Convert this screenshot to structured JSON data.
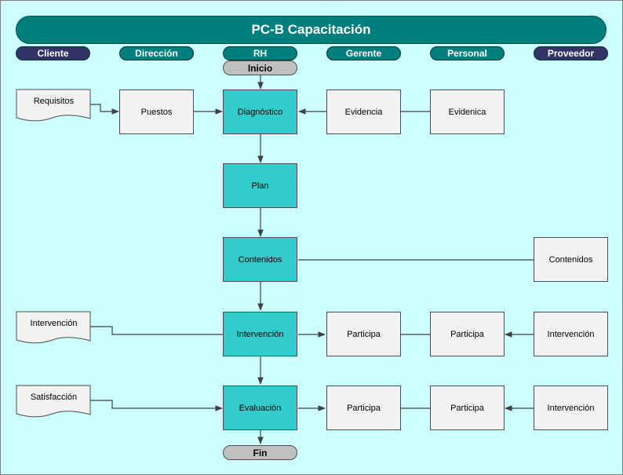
{
  "title": "PC-B Capacitación",
  "lanes": [
    "Cliente",
    "Dirección",
    "RH",
    "Gerente",
    "Personal",
    "Proveedor"
  ],
  "start_label": "Inicio",
  "end_label": "Fin",
  "nodes": {
    "requisitos": "Requisitos",
    "puestos": "Puestos",
    "diagnostico": "Diagnóstico",
    "evidencia_gerente": "Evidencia",
    "evidencia_personal": "Evidenica",
    "plan": "Plan",
    "contenidos_rh": "Contenidos",
    "contenidos_proveedor": "Contenidos",
    "intervencion_doc": "Intervención",
    "intervencion_rh": "Intervención",
    "participa_gerente_1": "Participa",
    "participa_personal_1": "Participa",
    "intervencion_proveedor_1": "Intervención",
    "satisfaccion_doc": "Satisfacción",
    "evaluacion": "Evaluación",
    "participa_gerente_2": "Participa",
    "participa_personal_2": "Participa",
    "intervencion_proveedor_2": "Intervención"
  },
  "colors": {
    "background": "#ccffff",
    "title_bar": "#007f7f",
    "lane_dark": "#333366",
    "lane_teal": "#007f7f",
    "process_rh": "#33cccc",
    "process_other": "#f2f2f2",
    "terminator": "#c0c0c0"
  }
}
